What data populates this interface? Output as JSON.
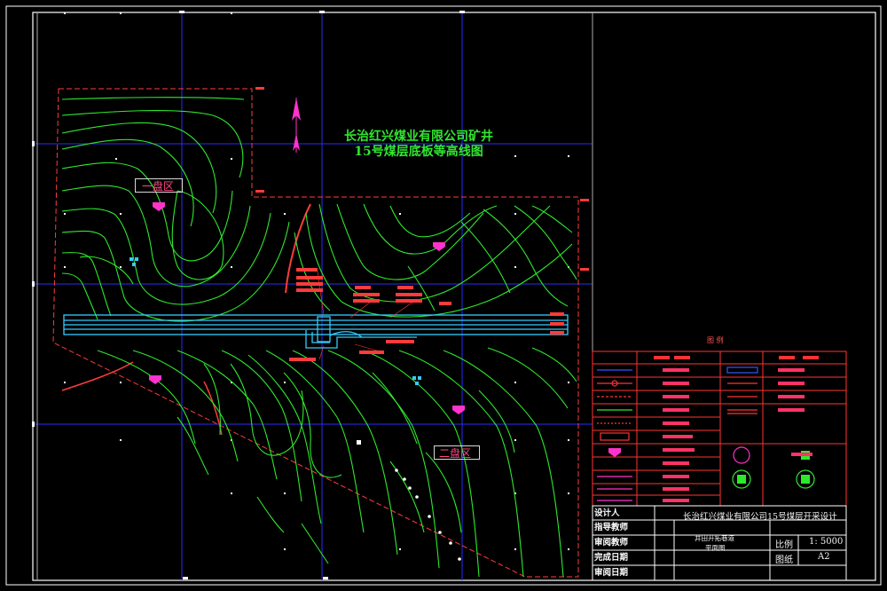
{
  "drawing": {
    "title_line1": "长治红兴煤业有限公司矿井",
    "title_line2": "15号煤层底板等高线图",
    "zone_one": "一盘区",
    "zone_two": "二盘区"
  },
  "legend": {
    "title": "图  例"
  },
  "title_block": {
    "company_title": "长治红兴煤业有限公司15号煤层开采设计",
    "drawing_name_line1": "井田开拓巷道",
    "drawing_name_line2": "平面图",
    "designer_label": "设计人",
    "advisor_label": "指导教师",
    "reviewer_label": "审阅教师",
    "finish_date_label": "完成日期",
    "review_date_label": "审阅日期",
    "scale_label": "比例",
    "scale_value": "1: 5000",
    "sheet_label": "图纸",
    "sheet_value": "A2"
  },
  "colors": {
    "background": "#000000",
    "contour": "#2ee82e",
    "boundary": "#ff3b3b",
    "grid": "#2a2aff",
    "frame": "#ffffff",
    "roadway": "#33ccff",
    "legend_lines": "#ff3333",
    "north_arrow": "#ff33cc"
  }
}
